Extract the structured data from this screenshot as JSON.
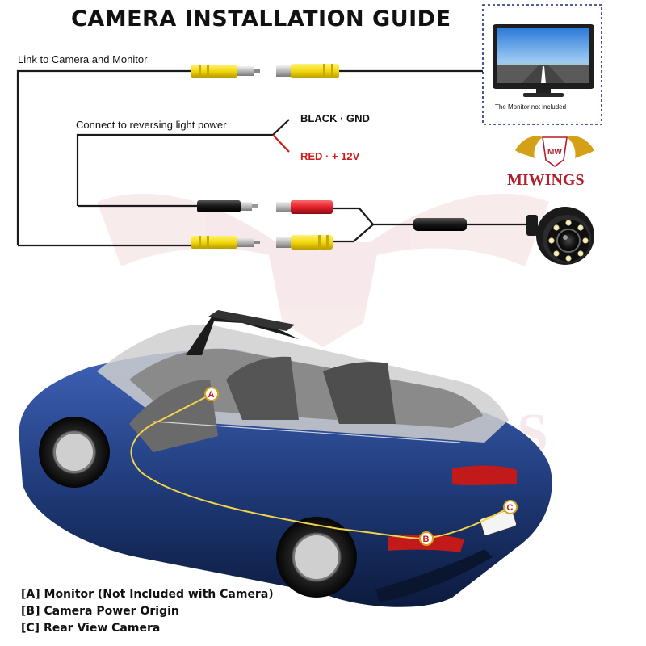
{
  "title": "CAMERA INSTALLATION GUIDE",
  "labels": {
    "link": "Link to Camera and Monitor",
    "power": "Connect to reversing light power",
    "black_wire": "BLACK · GND",
    "red_wire": "RED · + 12V"
  },
  "monitor_note": "The  Monitor not included",
  "brand": {
    "name": "MIWINGS",
    "logo_monogram": "MW"
  },
  "car_markers": [
    "A",
    "B",
    "C"
  ],
  "legend": [
    "[A] Monitor (Not Included with Camera)",
    "[B] Camera Power Origin",
    "[C] Rear View Camera"
  ],
  "colors": {
    "wire": "#1a1a1a",
    "rca_yellow": "#f4d90c",
    "rca_red": "#e0202a",
    "rca_black": "#111111",
    "brand_red": "#b41d2a",
    "brand_gold": "#d4a017",
    "car_blue": "#1f3a78",
    "route_line": "#f2d34a"
  },
  "icons": {
    "camera": "rear-view-camera-icon",
    "monitor": "monitor-icon",
    "logo": "miwings-wings-logo"
  }
}
